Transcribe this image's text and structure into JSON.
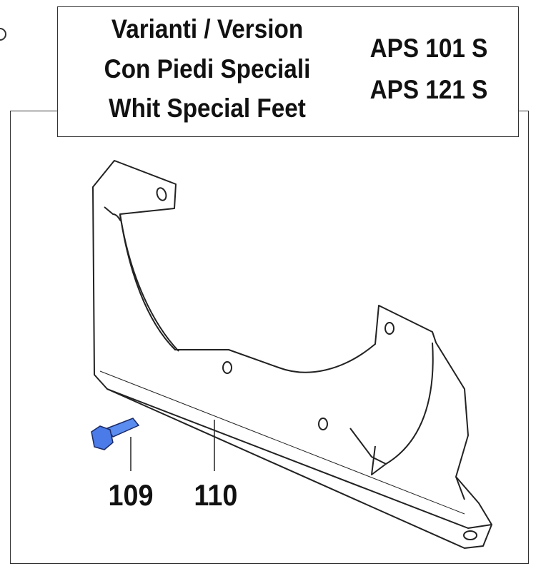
{
  "title_block": {
    "lines": [
      "Varianti / Version",
      "Con Piedi Speciali",
      "Whit Special Feet"
    ],
    "models": [
      "APS 101 S",
      "APS 121 S"
    ]
  },
  "parts": [
    {
      "number": "109",
      "icon": "bolt-icon",
      "color": "#5b8cf0"
    },
    {
      "number": "110",
      "icon": "bracket-icon"
    }
  ]
}
